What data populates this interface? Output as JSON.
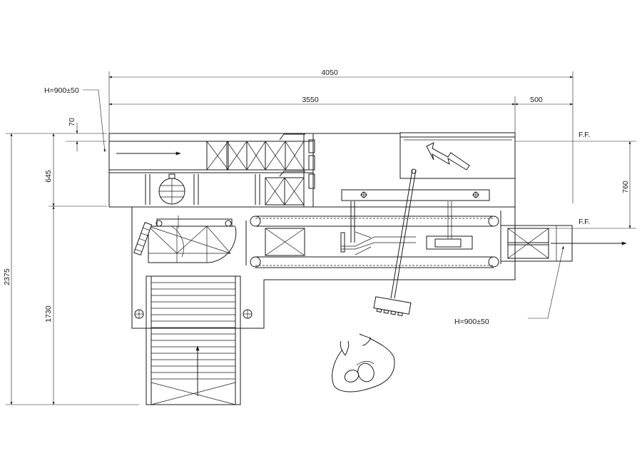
{
  "dimensions": {
    "overall_length": "4050",
    "main_length": "3550",
    "extension_length": "500",
    "small_offset": "70",
    "upper_depth": "645",
    "total_depth": "2375",
    "lower_depth": "1730",
    "right_depth": "760"
  },
  "notes": {
    "height_left": "H=900±50",
    "height_right": "H=900±50",
    "ff_top": "F.F.",
    "ff_right": "F.F."
  }
}
